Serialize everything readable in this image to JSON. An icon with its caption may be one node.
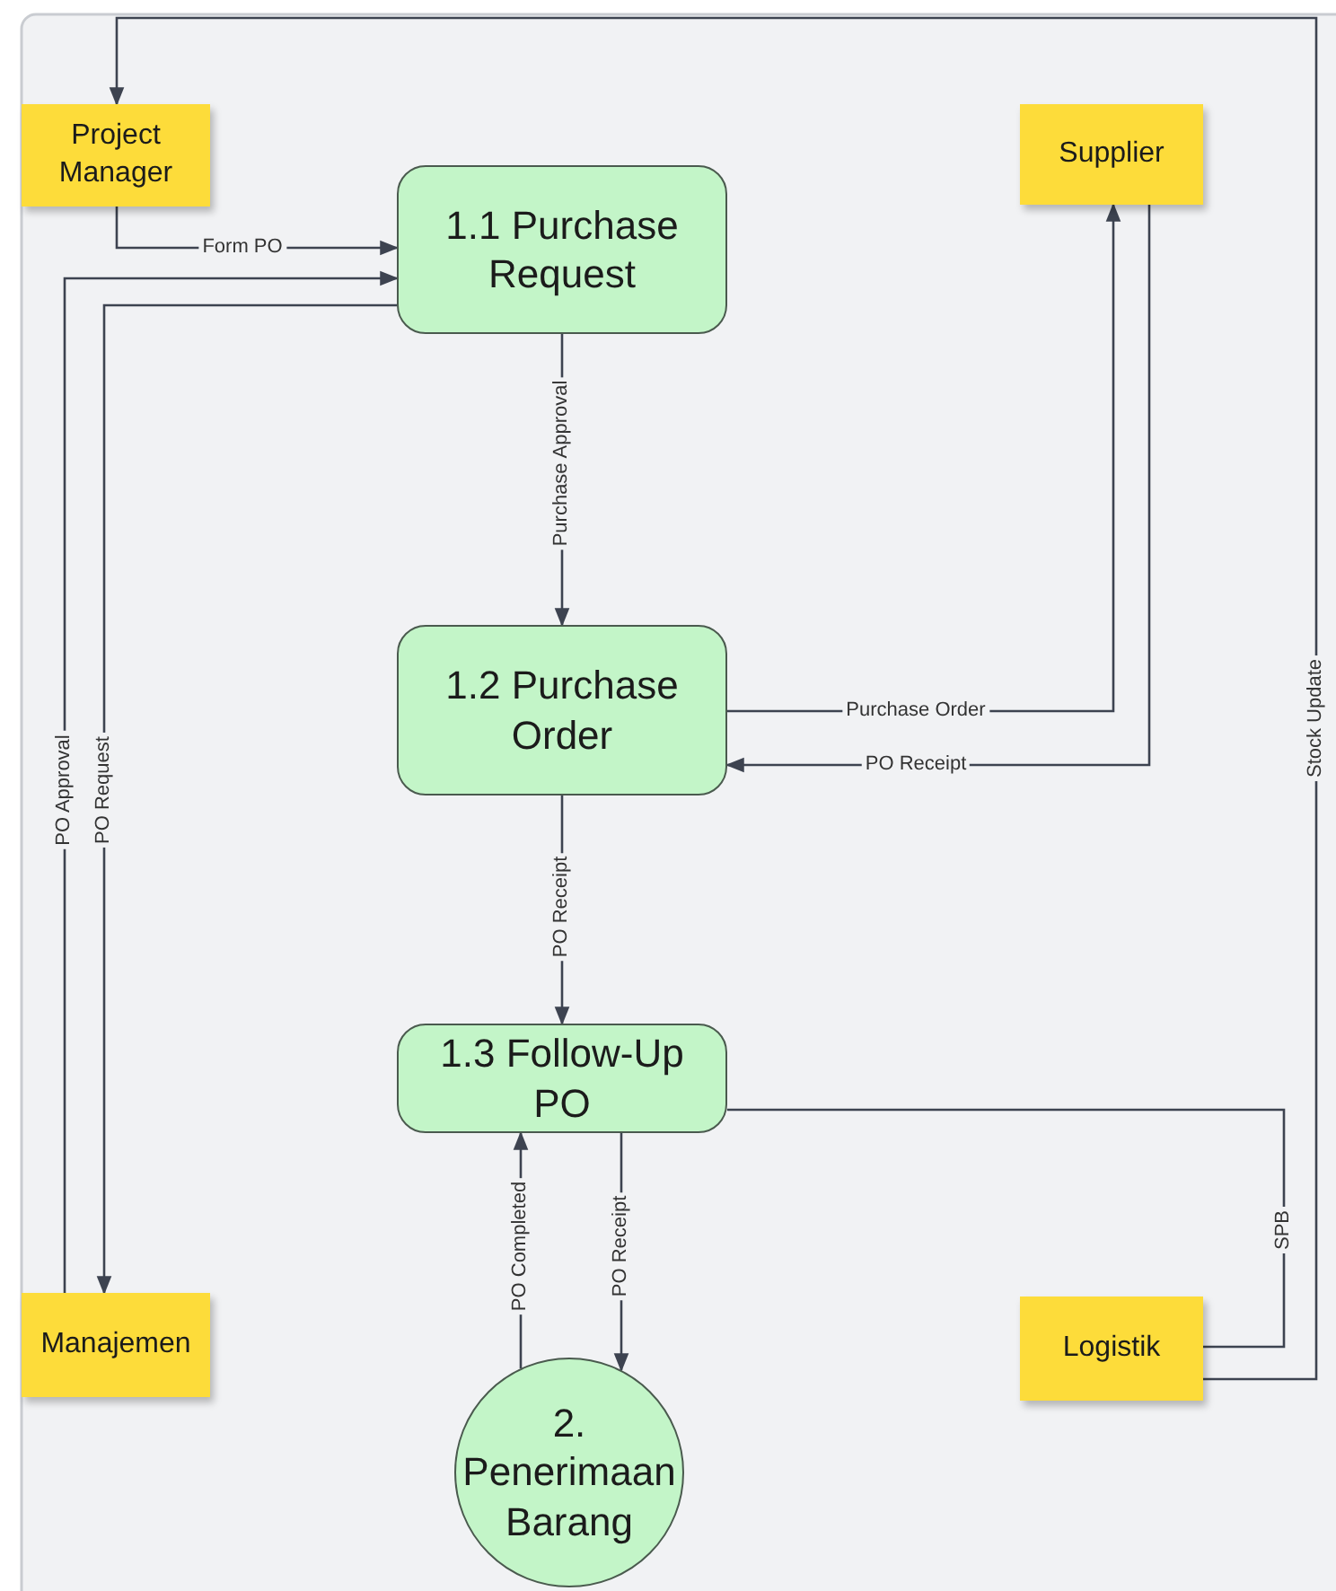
{
  "diagram": {
    "nodes": [
      {
        "text": [
          "Project Manager"
        ]
      },
      {
        "text": [
          "1.1 Purchase Request"
        ]
      },
      {
        "text": [
          "Supplier"
        ]
      },
      {
        "text": [
          "1.2 Purchase Order"
        ]
      },
      {
        "text": [
          "1.3 Follow-Up PO"
        ]
      },
      {
        "text": [
          "Manajemen"
        ]
      },
      {
        "text": [
          "Logistik"
        ]
      },
      {
        "text": [
          "2. Penerimaan Barang"
        ]
      }
    ],
    "edges": [
      {
        "from": 0,
        "to": 1,
        "arrow": "to",
        "label": "Form PO"
      },
      {
        "from": 5,
        "to": 1,
        "arrow": "to",
        "label": "PO Approval"
      },
      {
        "from": 1,
        "to": 5,
        "arrow": "to",
        "label": "PO Request"
      },
      {
        "from": 1,
        "to": 3,
        "arrow": "to",
        "label": "Purchase Approval"
      },
      {
        "from": 3,
        "to": 2,
        "arrow": "to",
        "label": "Purchase Order"
      },
      {
        "from": 2,
        "to": 3,
        "arrow": "to",
        "label": "PO Receipt"
      },
      {
        "from": 3,
        "to": 4,
        "arrow": "to",
        "label": "PO Receipt"
      },
      {
        "from": 7,
        "to": 4,
        "arrow": "to",
        "label": "PO Completed"
      },
      {
        "from": 4,
        "to": 7,
        "arrow": "to",
        "label": "PO Receipt"
      },
      {
        "from": 4,
        "to": 6,
        "arrow": "none",
        "label": "SPB"
      },
      {
        "from": 6,
        "to": 0,
        "arrow": "to",
        "label": "Stock Update"
      }
    ]
  }
}
